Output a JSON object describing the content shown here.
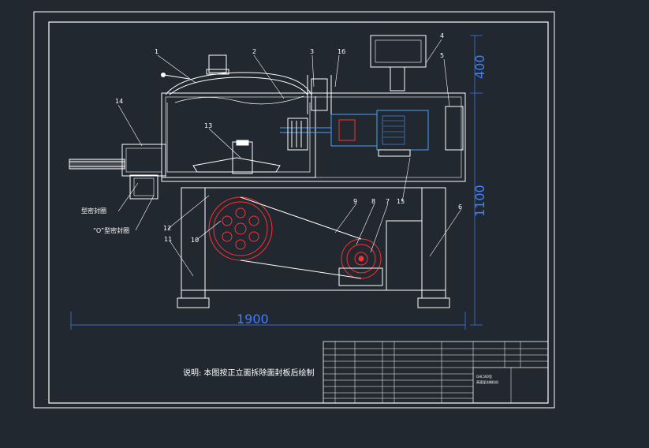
{
  "part_numbers": [
    "1",
    "2",
    "3",
    "16",
    "4",
    "5",
    "14",
    "13",
    "12",
    "10",
    "11",
    "9",
    "8",
    "7",
    "15",
    "6"
  ],
  "seal_labels": {
    "lip_seal": "型密封圈",
    "o_ring_seal": "“O”型密封圈"
  },
  "dimensions": {
    "width": "1900",
    "height_total": "1100",
    "height_top": "400"
  },
  "note": "说明: 本图按正立面拆除面封板后绘制",
  "title_block": {
    "model": "GHL500型",
    "name": "高速湿法制粒机"
  },
  "colors": {
    "background": "#212830",
    "line": "#ffffff",
    "dimension": "#3f7fff",
    "hatch": "#ff3030",
    "motor": "#4aa0ff",
    "accent_green": "#33cc55"
  }
}
